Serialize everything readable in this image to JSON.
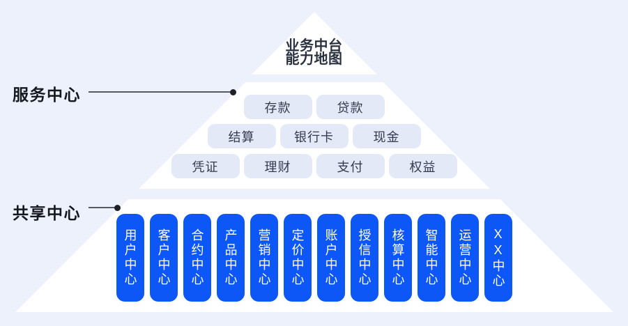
{
  "diagram": {
    "title_line1": "业务中台",
    "title_line2": "能力地图"
  },
  "labels": {
    "service_center": "服务中心",
    "shared_center": "共享中心"
  },
  "service_rows": {
    "row1": [
      "存款",
      "贷款"
    ],
    "row2": [
      "结算",
      "银行卡",
      "现金"
    ],
    "row3": [
      "凭证",
      "理财",
      "支付",
      "权益"
    ]
  },
  "shared_centers": [
    "用户中心",
    "客户中心",
    "合约中心",
    "产品中心",
    "营销中心",
    "定价中心",
    "账户中心",
    "授信中心",
    "核算中心",
    "智能中心",
    "运营中心",
    "XX中心"
  ],
  "colors": {
    "background": "#edf1fb",
    "pyramid": "#ffffff",
    "title_text": "#2a3140",
    "label_text": "#15181f",
    "connector": "#565a63",
    "connector_dot": "#1d2026",
    "service_pill_bg": "#e4e9f8",
    "service_pill_text": "#343b4e",
    "center_pill_bg": "#0d57f7",
    "center_pill_text": "#ffffff"
  }
}
